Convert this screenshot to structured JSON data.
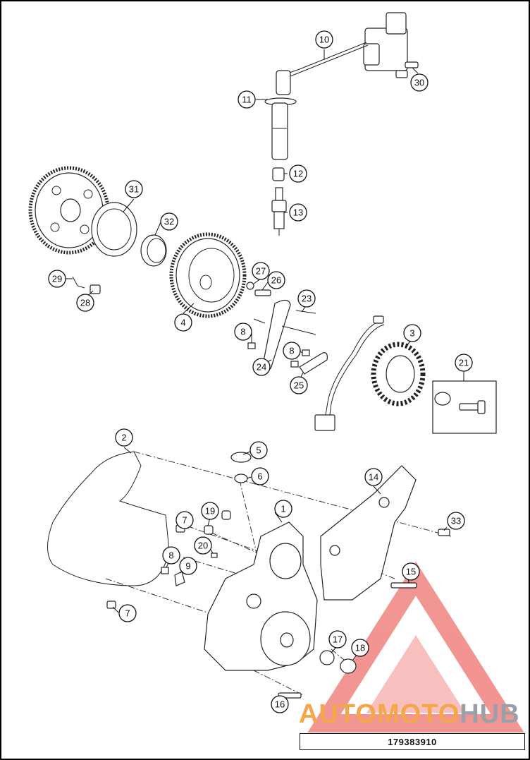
{
  "diagram": {
    "reference_number": "179383910",
    "callouts": {
      "c1": "1",
      "c2": "2",
      "c3": "3",
      "c4": "4",
      "c5": "5",
      "c6": "6",
      "c7a": "7",
      "c7b": "7",
      "c8a": "8",
      "c8b": "8",
      "c8c": "8",
      "c9": "9",
      "c10": "10",
      "c11": "11",
      "c12": "12",
      "c13": "13",
      "c14": "14",
      "c15": "15",
      "c16": "16",
      "c17": "17",
      "c18": "18",
      "c19": "19",
      "c20": "20",
      "c21": "21",
      "c23": "23",
      "c24": "24",
      "c25": "25",
      "c26": "26",
      "c27": "27",
      "c28": "28",
      "c29": "29",
      "c30": "30",
      "c31": "31",
      "c32": "32",
      "c33": "33"
    }
  },
  "watermark": {
    "text_part1": "AUTOMOTO",
    "text_part2": "HUB",
    "logo_color": "#e8403a",
    "text_color_1": "#f4a64a",
    "text_color_2": "#9aa0a8"
  }
}
